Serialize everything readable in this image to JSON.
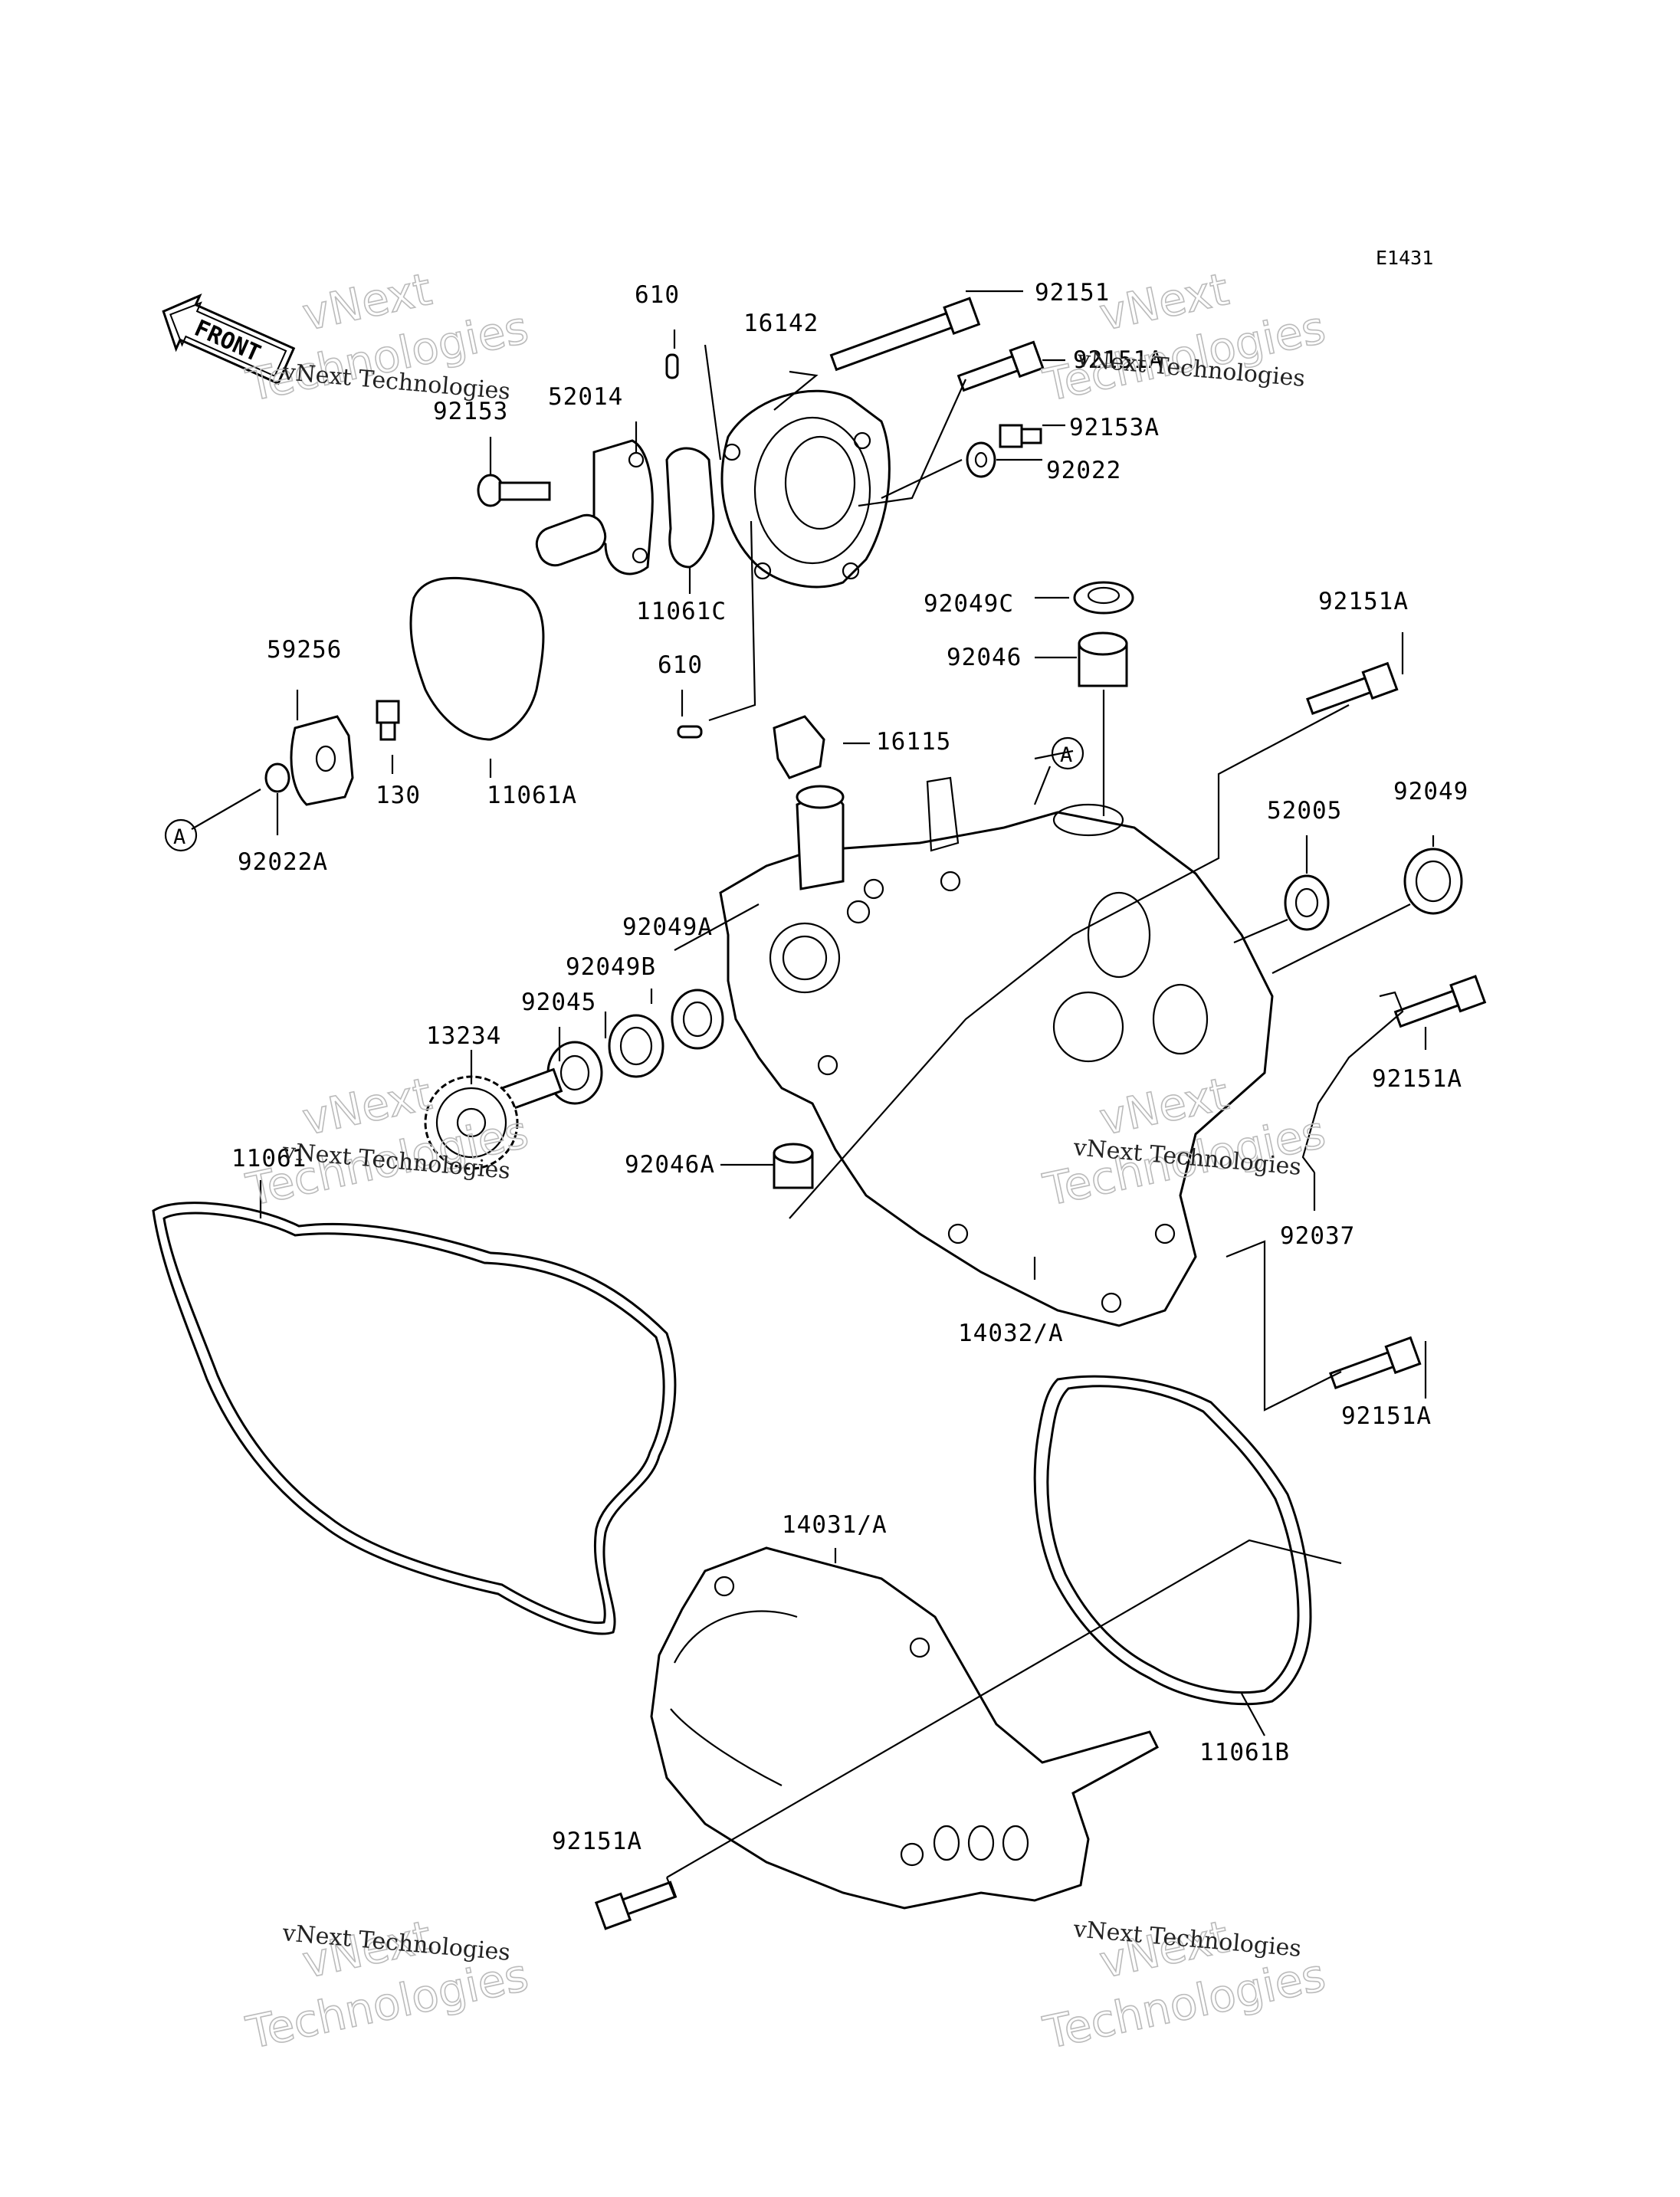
{
  "diagram_code": "E1431",
  "front_label": "FRONT",
  "callout_letter": "A",
  "watermark": {
    "line1": "vNext Technologies",
    "line2_top": "vNext",
    "line2_bottom": "Technologies"
  },
  "parts": {
    "p610_top": "610",
    "p16142": "16142",
    "p92151": "92151",
    "p92151A_top": "92151A",
    "p52014": "52014",
    "p92153": "92153",
    "p92153A": "92153A",
    "p92022": "92022",
    "p11061C": "11061C",
    "p92049C": "92049C",
    "p92046": "92046",
    "p92151A_right": "92151A",
    "p59256": "59256",
    "p610_bottom": "610",
    "p16115": "16115",
    "p130": "130",
    "p11061A": "11061A",
    "p92022A": "92022A",
    "p52005": "52005",
    "p92049": "92049",
    "p92049A": "92049A",
    "p92049B": "92049B",
    "p92045": "92045",
    "p13234": "13234",
    "p92151A_mid": "92151A",
    "p11061": "11061",
    "p92046A": "92046A",
    "p92037": "92037",
    "p14032A": "14032/A",
    "p92151A_lower": "92151A",
    "p14031A": "14031/A",
    "p11061B": "11061B",
    "p92151A_bottom": "92151A"
  }
}
